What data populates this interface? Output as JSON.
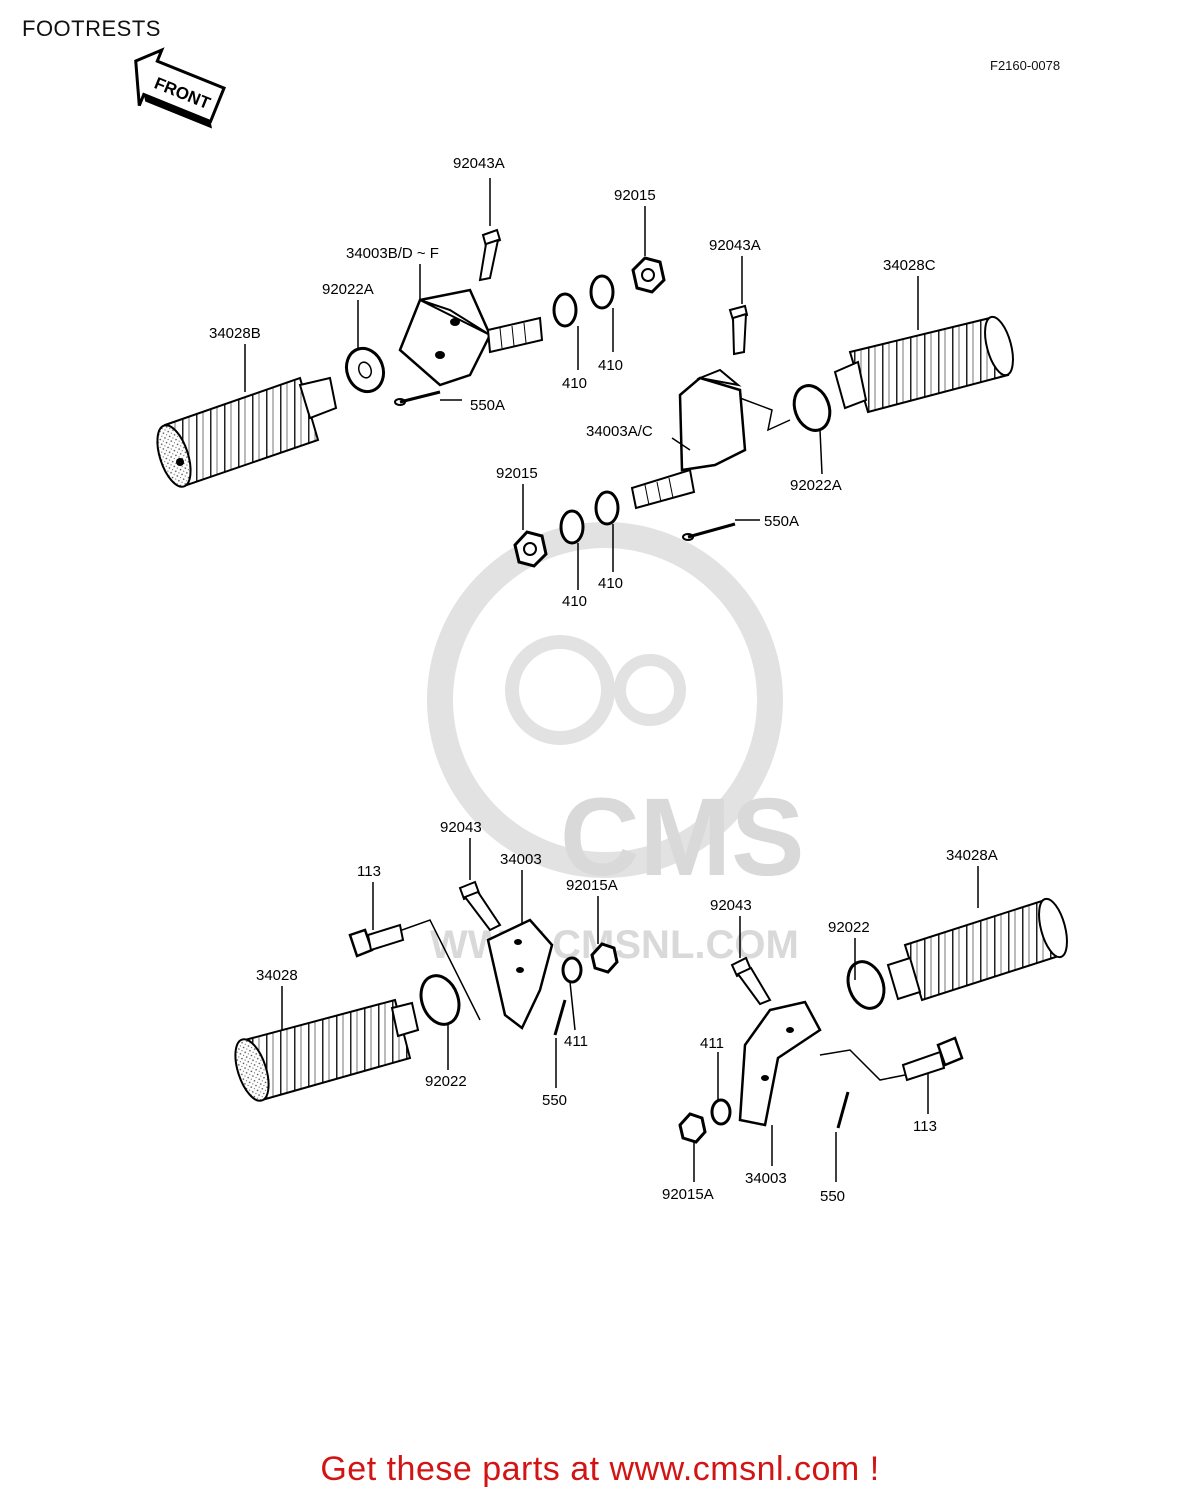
{
  "header": {
    "title": "FOOTRESTS",
    "figure_ref": "F2160-0078",
    "front_arrow_label": "FRONT"
  },
  "watermark": {
    "brand": "CMS",
    "url": "WWW.CMSNL.COM"
  },
  "parts": {
    "p92043A_a": "92043A",
    "p92015_a": "92015",
    "p92043A_b": "92043A",
    "p34028C": "34028C",
    "p34003BDF": "34003B/D ~ F",
    "p92022A_a": "92022A",
    "p34028B": "34028B",
    "p410_a": "410",
    "p410_b": "410",
    "p550A_a": "550A",
    "p34003AC": "34003A/C",
    "p92022A_b": "92022A",
    "p92015_b": "92015",
    "p550A_b": "550A",
    "p410_c": "410",
    "p410_d": "410",
    "p92043_a": "92043",
    "p34003_a": "34003",
    "p113_a": "113",
    "p92015A_a": "92015A",
    "p92043_b": "92043",
    "p34028A": "34028A",
    "p92022_a": "92022",
    "p34028": "34028",
    "p411_a": "411",
    "p92022_b": "92022",
    "p550_a": "550",
    "p411_b": "411",
    "p113_b": "113",
    "p34003_b": "34003",
    "p92015A_b": "92015A",
    "p550_b": "550"
  },
  "footer": {
    "cta": "Get these parts at www.cmsnl.com !"
  }
}
